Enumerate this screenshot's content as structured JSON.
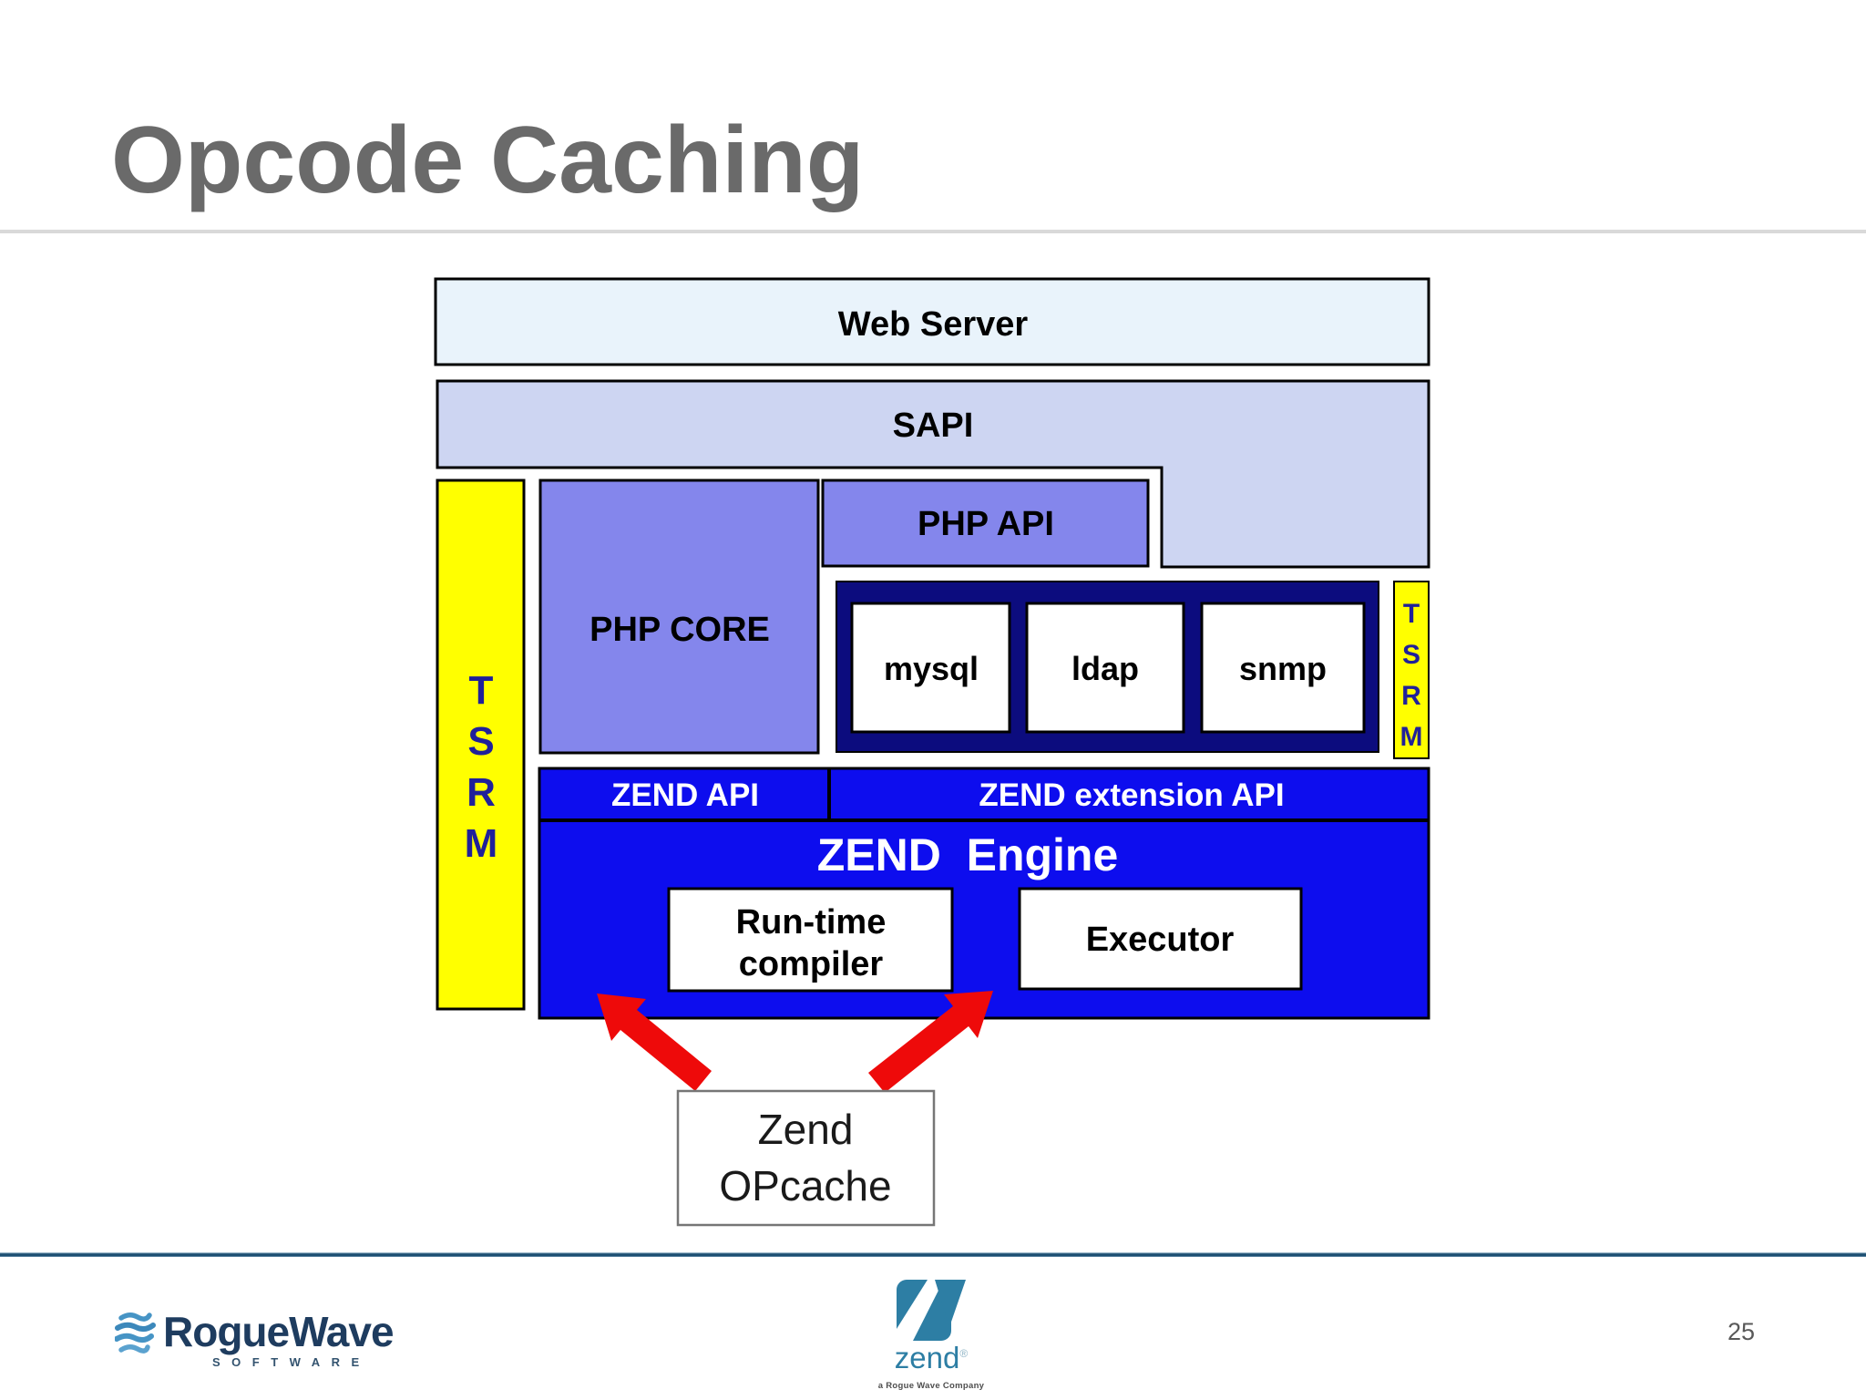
{
  "slide": {
    "title": "Opcode Caching",
    "page_number": "25"
  },
  "diagram": {
    "web_server_label": "Web Server",
    "sapi_label": "SAPI",
    "php_core_label": "PHP CORE",
    "php_api_label": "PHP API",
    "tsrm_left_letters": [
      "T",
      "S",
      "R",
      "M"
    ],
    "tsrm_right_letters": [
      "T",
      "S",
      "R",
      "M"
    ],
    "extensions": [
      "mysql",
      "ldap",
      "snmp"
    ],
    "zend_api_label": "ZEND API",
    "zend_extension_api_label": "ZEND extension API",
    "zend_engine_label": "ZEND  Engine",
    "runtime_compiler_lines": [
      "Run-time",
      "compiler"
    ],
    "executor_label": "Executor",
    "opcache_lines": [
      "Zend",
      "OPcache"
    ]
  },
  "footer": {
    "roguewave_name": "RogueWave",
    "roguewave_subtitle": "SOFTWARE",
    "zend_wordmark": "zend",
    "zend_registered": "®",
    "zend_tagline": "a Rogue Wave Company"
  },
  "icons": {
    "roguewave_icon": "wave-icon",
    "zend_icon": "zend-z-icon"
  },
  "colors": {
    "title_gray": "#6a6a6a",
    "web_server_fill": "#e9f3fb",
    "sapi_fill": "#cdd5f2",
    "php_purple_fill": "#8486ec",
    "extensions_navy": "#0c0c7e",
    "zend_engine_blue": "#0d0dee",
    "tsrm_yellow": "#ffff00",
    "tsrm_letter_navy": "#20209a",
    "arrow_red": "#ee0a0a",
    "box_border": "#000000",
    "opcache_border": "#767676",
    "footer_line_blue": "#1d4f72",
    "roguewave_navy": "#1e3c5f",
    "wave_light_blue": "#4694c5",
    "zend_teal": "#2d7ea4",
    "page_number_gray": "#595959"
  }
}
